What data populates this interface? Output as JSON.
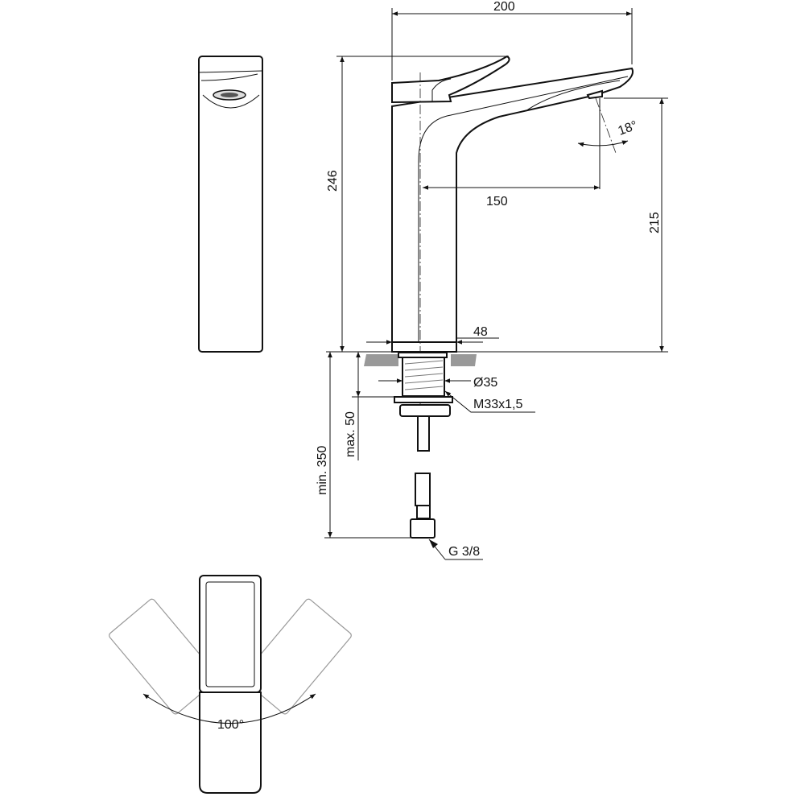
{
  "drawing": {
    "dimensions": {
      "width_total": "200",
      "height_total": "246",
      "spout_angle": "18°",
      "spout_reach": "150",
      "spout_height": "215",
      "body_width": "48",
      "shank_diameter": "Ø35",
      "thread": "M33x1,5",
      "max_counter": "max. 50",
      "min_hose": "min. 350",
      "connection": "G 3/8",
      "lever_rotation": "100°"
    }
  }
}
